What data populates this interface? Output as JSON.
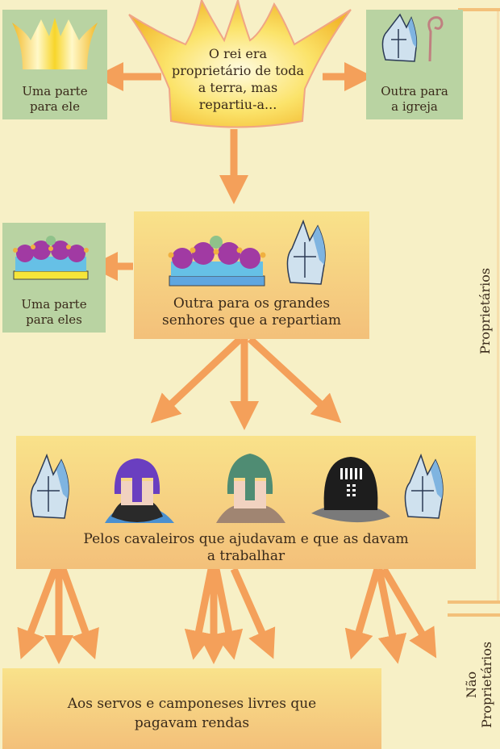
{
  "top": {
    "king_text": "O rei era proprietário de toda a terra, mas repartiu-a...",
    "king_lines": [
      "O rei era",
      "proprietário de toda",
      "a terra, mas",
      "repartiu-a..."
    ],
    "left_box": {
      "lines": [
        "Uma parte",
        "para ele"
      ],
      "icon": "gold-crown-icon"
    },
    "right_box": {
      "lines": [
        "Outra para",
        "a igreja"
      ],
      "icon": "mitre-and-crozier-icon"
    }
  },
  "middle": {
    "left_box": {
      "lines": [
        "Uma parte",
        "para eles"
      ],
      "icon": "noble-crown-icon"
    },
    "main_box": {
      "lines": [
        "Outra para os grandes",
        "senhores que a repartiam"
      ],
      "icons": [
        "noble-crown-icon",
        "mitre-icon"
      ]
    }
  },
  "knights": {
    "lines": [
      "Pelos cavaleiros que ajudavam e que as davam",
      "a trabalhar"
    ],
    "icons": [
      "mitre-icon",
      "purple-helmet-knight-icon",
      "green-helmet-knight-icon",
      "black-great-helm-knight-icon",
      "mitre-icon"
    ]
  },
  "peasants": {
    "lines": [
      "Aos servos e camponeses livres que",
      "pagavam rendas"
    ]
  },
  "side_labels": {
    "owners": "Proprietários",
    "non_owners_line1": "Não",
    "non_owners_line2": "Proprietários"
  },
  "colors": {
    "background": "#f7f0c6",
    "arrow": "#f4a05a",
    "green_box": "#b9d3a2",
    "orange_box_top": "#f9e28a",
    "orange_box_bottom": "#f3c07a",
    "crown_gold": "#f7d52a"
  }
}
